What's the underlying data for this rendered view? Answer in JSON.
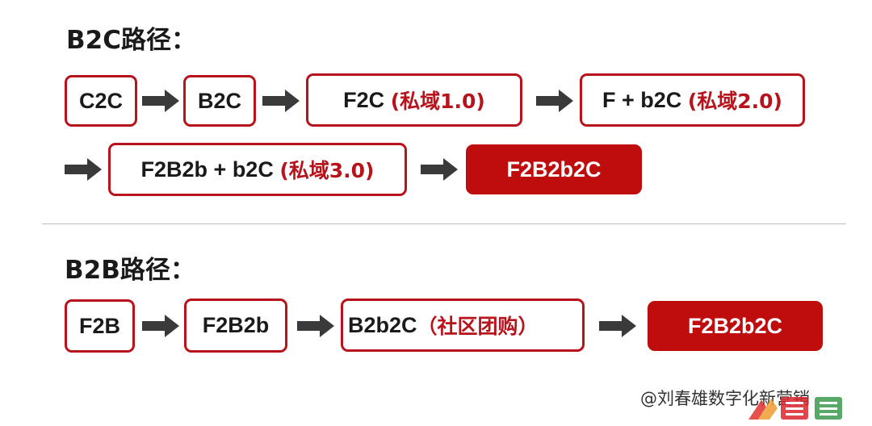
{
  "b2c": {
    "title": "B2C路径：",
    "steps": [
      {
        "main": "C2C",
        "note": ""
      },
      {
        "main": "B2C",
        "note": ""
      },
      {
        "main": "F2C ",
        "note": "(私域1.0)"
      },
      {
        "main": "F + b2C ",
        "note": "(私域2.0)"
      },
      {
        "main": "F2B2b + b2C ",
        "note": "(私域3.0)"
      },
      {
        "main": "F2B2b2C",
        "note": ""
      }
    ]
  },
  "b2b": {
    "title": "B2B路径：",
    "steps": [
      {
        "main": "F2B",
        "note": ""
      },
      {
        "main": "F2B2b",
        "note": ""
      },
      {
        "main": "B2b2C",
        "note": "（社区团购）"
      },
      {
        "main": "F2B2b2C",
        "note": ""
      }
    ]
  },
  "watermark": "@刘春雄数字化新营销",
  "colors": {
    "accent": "#b8121b",
    "filled": "#bf0d0d",
    "arrow": "#3a3a3a",
    "divider": "#bdbdbd"
  },
  "icons": {
    "arrow": "arrow-right-icon",
    "logo": "logo-icon"
  }
}
